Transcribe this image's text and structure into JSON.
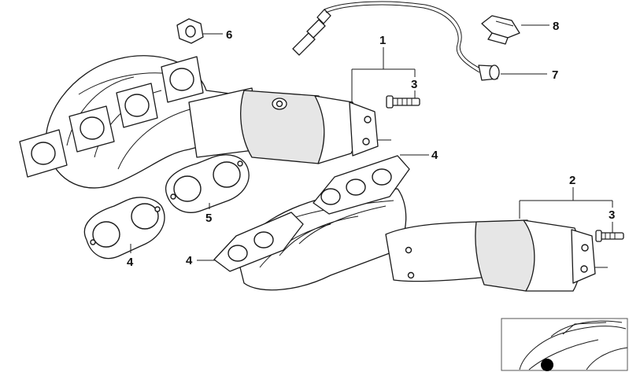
{
  "callouts": [
    {
      "id": "c1",
      "label": "1"
    },
    {
      "id": "c2",
      "label": "2"
    },
    {
      "id": "c3a",
      "label": "3"
    },
    {
      "id": "c3b",
      "label": "3"
    },
    {
      "id": "c4a",
      "label": "4"
    },
    {
      "id": "c4b",
      "label": "4"
    },
    {
      "id": "c4c",
      "label": "4"
    },
    {
      "id": "c5",
      "label": "5"
    },
    {
      "id": "c6",
      "label": "6"
    },
    {
      "id": "c7",
      "label": "7"
    },
    {
      "id": "c8",
      "label": "8"
    }
  ],
  "colors": {
    "line": "#1a1a1a",
    "background": "#ffffff",
    "shade": "#e6e6e6",
    "marker": "#000000"
  }
}
